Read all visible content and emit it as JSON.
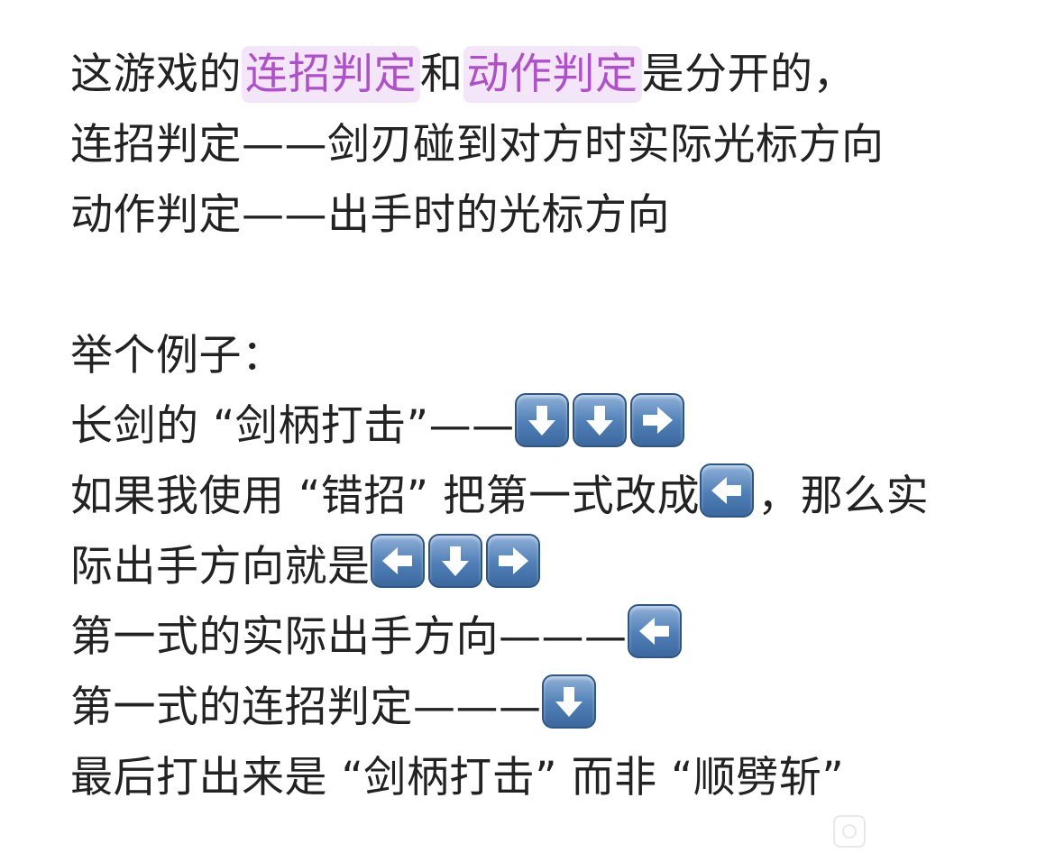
{
  "lines": {
    "l1": {
      "pre": "这游戏的",
      "hl1": "连招判定",
      "mid": "和",
      "hl2": "动作判定",
      "post": "是分开的，"
    },
    "l2": "连招判定——剑刃碰到对方时实际光标方向",
    "l3": "动作判定——出手时的光标方向",
    "l5": "举个例子：",
    "l6": {
      "pre": "长剑的 “剑柄打击”——"
    },
    "l7": {
      "pre": "如果我使用 “错招” 把第一式改成",
      "post": "，那么实"
    },
    "l8": {
      "pre": "际出手方向就是"
    },
    "l9": {
      "pre": "第一式的实际出手方向———"
    },
    "l10": {
      "pre": "第一式的连招判定———"
    },
    "l11": "最后打出来是 “剑柄打击” 而非 “顺劈斩”"
  },
  "icons": {
    "down": "down-arrow-icon",
    "right": "right-arrow-icon",
    "left": "left-arrow-icon"
  },
  "colors": {
    "highlight_bg": "#f3e6f8",
    "highlight_text": "#b04fcc",
    "text": "#222222",
    "arrow_key": "#4f7fb6"
  }
}
